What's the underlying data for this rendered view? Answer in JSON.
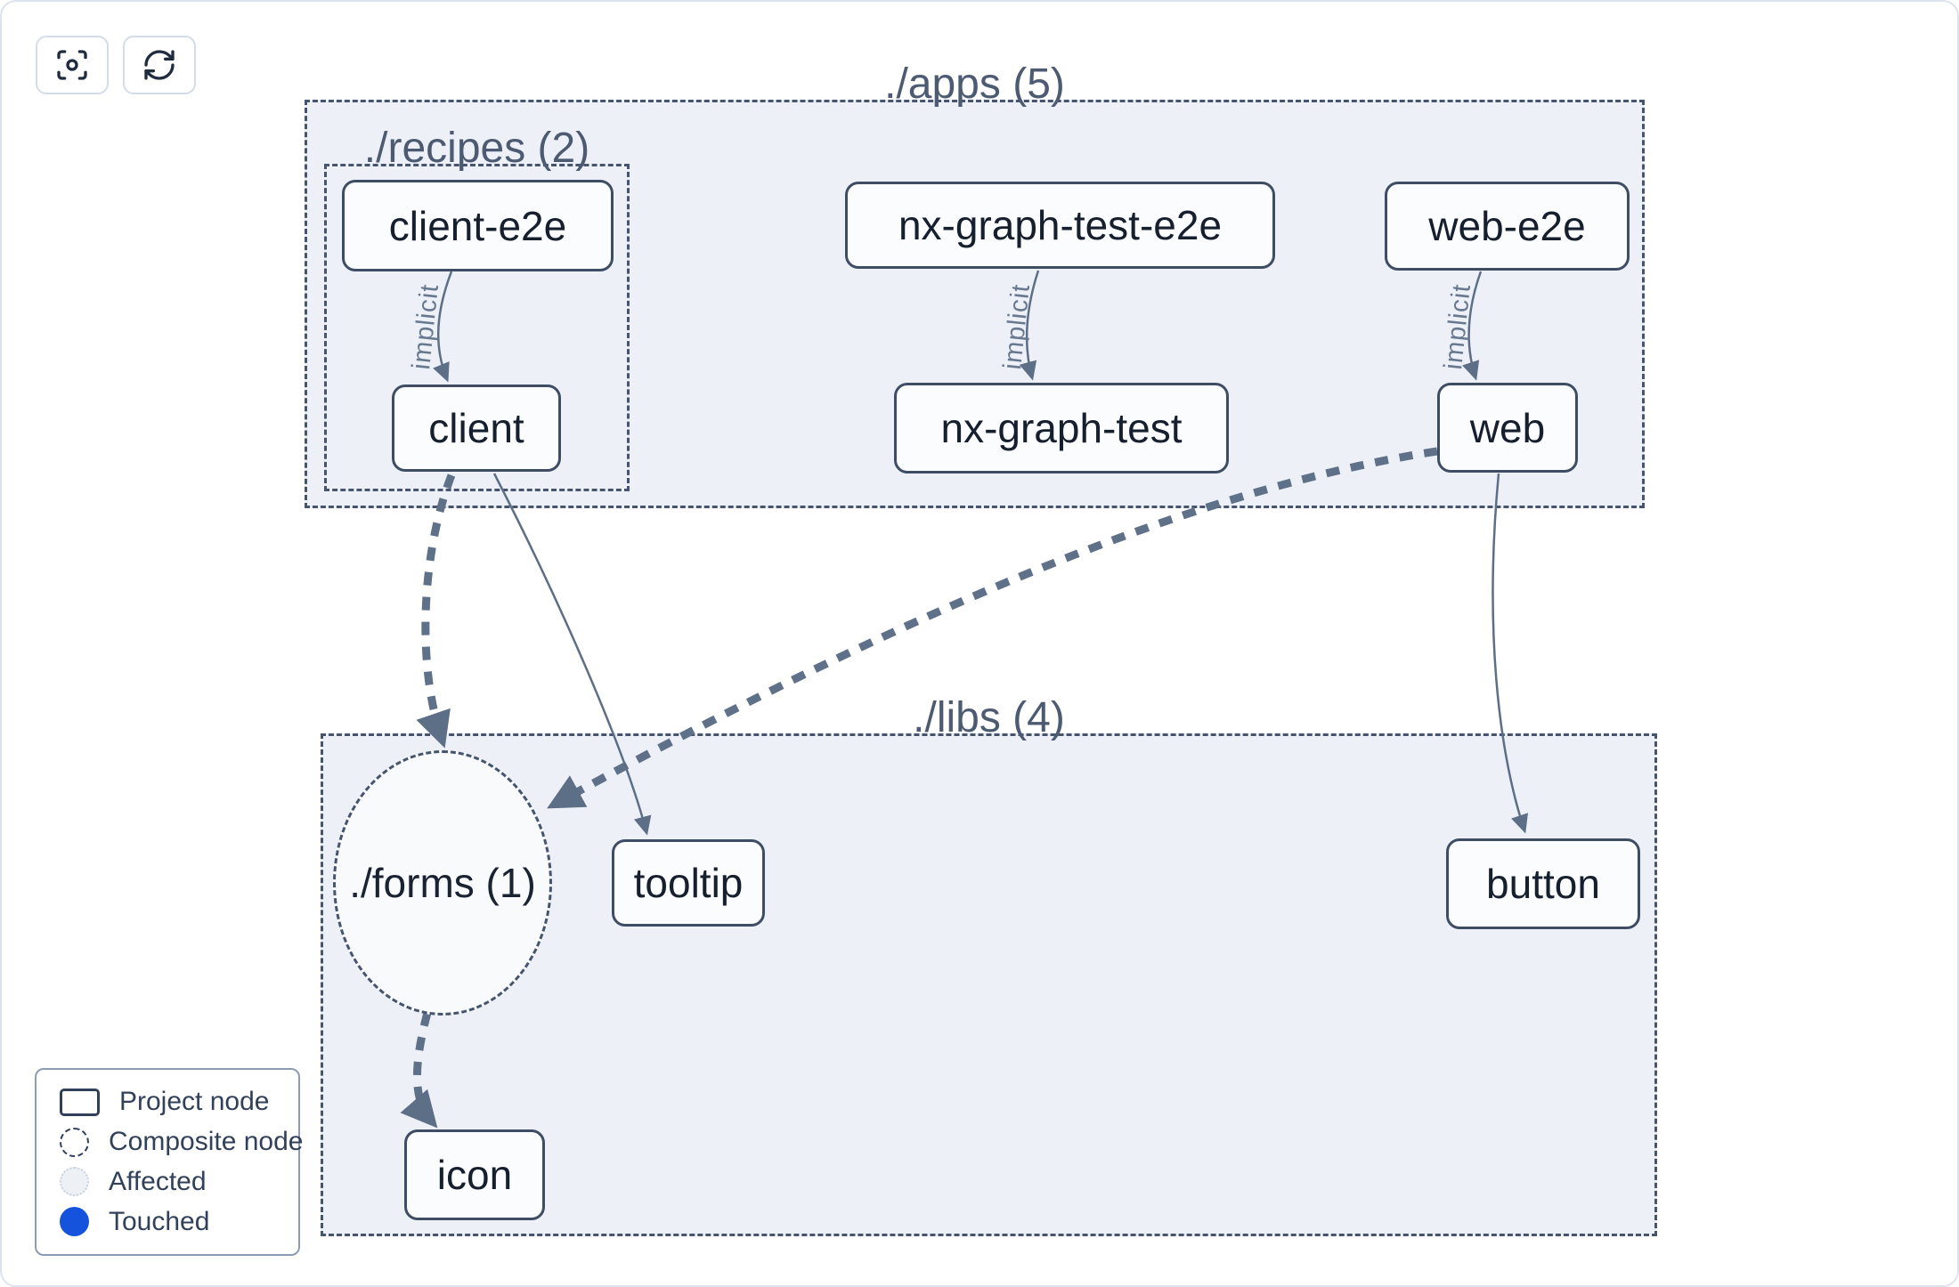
{
  "toolbar": {
    "buttons": [
      {
        "icon": "focus-icon",
        "action": "center-graph"
      },
      {
        "icon": "refresh-icon",
        "action": "refresh-graph"
      }
    ]
  },
  "groups": {
    "apps": {
      "label": "./apps (5)"
    },
    "recipes": {
      "label": "./recipes (2)"
    },
    "libs": {
      "label": "./libs (4)"
    },
    "forms": {
      "label": "./forms (1)",
      "kind": "composite-node"
    }
  },
  "nodes": {
    "client_e2e": "client-e2e",
    "client": "client",
    "nx_graph_test_e2e": "nx-graph-test-e2e",
    "nx_graph_test": "nx-graph-test",
    "web_e2e": "web-e2e",
    "web": "web",
    "tooltip": "tooltip",
    "button": "button",
    "icon": "icon"
  },
  "edges": {
    "implicit_label": "implicit",
    "list": [
      {
        "from": "client-e2e",
        "to": "client",
        "style": "thin-labeled-implicit"
      },
      {
        "from": "nx-graph-test-e2e",
        "to": "nx-graph-test",
        "style": "thin-labeled-implicit"
      },
      {
        "from": "web-e2e",
        "to": "web",
        "style": "thin-labeled-implicit"
      },
      {
        "from": "client",
        "to": "tooltip",
        "style": "thin"
      },
      {
        "from": "web",
        "to": "button",
        "style": "thin"
      },
      {
        "from": "client",
        "to": "./forms (1)",
        "style": "thick-dashed"
      },
      {
        "from": "web",
        "to": "./forms (1)",
        "style": "thick-dashed"
      },
      {
        "from": "./forms (1)",
        "to": "icon",
        "style": "thick-dashed"
      }
    ]
  },
  "legend": {
    "items": [
      {
        "label": "Project node",
        "swatch": "project-rect"
      },
      {
        "label": "Composite node",
        "swatch": "dashed-circle"
      },
      {
        "label": "Affected",
        "swatch": "affected-circle"
      },
      {
        "label": "Touched",
        "swatch": "touched-circle"
      }
    ]
  },
  "colors": {
    "group_fill": "#edf1f7",
    "composite_fill": "#f8fafc",
    "node_fill": "#fbfcfe",
    "node_border": "#3e4d64",
    "edge": "#5e7089",
    "group_label_text": "#4d5b72",
    "node_text": "#161f2e",
    "touched_blue": "#1553dd"
  }
}
